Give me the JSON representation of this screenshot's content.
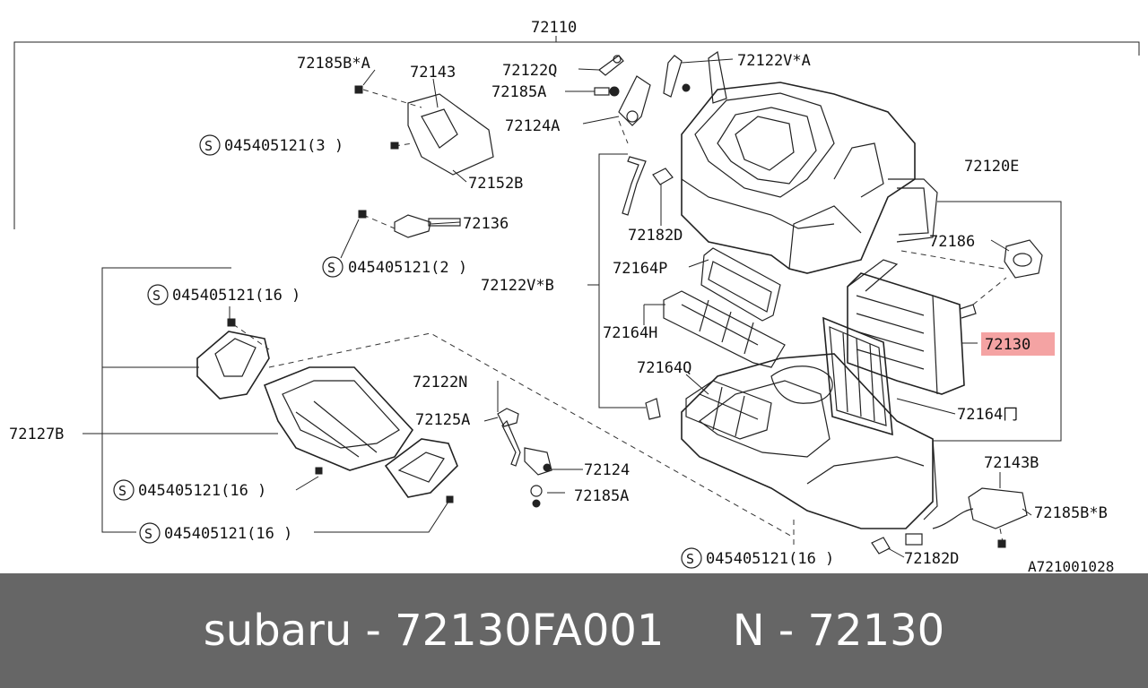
{
  "labels": {
    "assembly": "72110",
    "p72185B_A": "72185B*A",
    "p72143": "72143",
    "p72152B": "72152B",
    "p72122Q": "72122Q",
    "p72185A_top": "72185A",
    "p72124A": "72124A",
    "p72122V_A": "72122V*A",
    "p72120E": "72120E",
    "p72136": "72136",
    "p72186": "72186",
    "p72182D_top": "72182D",
    "p72164P": "72164P",
    "p72122V_B": "72122V*B",
    "p72164H": "72164H",
    "p72130": "72130",
    "p72164Q": "72164Q",
    "p72164O": "72164冂",
    "p72122N": "72122N",
    "p72125A": "72125A",
    "p72124": "72124",
    "p72185A_bottom": "72185A",
    "p72127B": "72127B",
    "p72143B": "72143B",
    "p72185B_B": "72185B*B",
    "p72182D_bottom": "72182D",
    "screw_s_symbol": "S",
    "screw_3": "045405121(3 )",
    "screw_2": "045405121(2 )",
    "screw_16_a": "045405121(16 )",
    "screw_16_b": "045405121(16 )",
    "screw_16_c": "045405121(16 )",
    "screw_16_d": "045405121(16 )",
    "diagram_code": "A721001028"
  },
  "highlight_color": "#f4a3a3",
  "footer": {
    "text": "subaru - 72130FA001     N - 72130",
    "background": "#666666",
    "color": "#ffffff"
  }
}
